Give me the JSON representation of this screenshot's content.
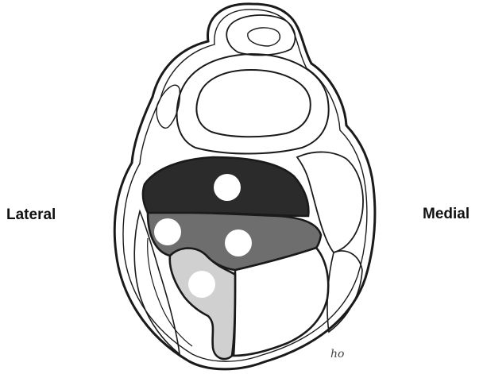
{
  "labels": {
    "lateral": "Lateral",
    "medial": "Medial"
  },
  "artist_signature": "ho",
  "colors": {
    "outline": "#1a1a1a",
    "dark_region": "#2b2b2b",
    "medium_region": "#6e6e6e",
    "light_region": "#d0d0d0",
    "white_region": "#ffffff",
    "marker": "#ffffff"
  },
  "regions": [
    {
      "name": "dark-region",
      "fill": "dark_region",
      "markers": 1
    },
    {
      "name": "medium-region",
      "fill": "medium_region",
      "markers": 2
    },
    {
      "name": "light-region",
      "fill": "light_region",
      "markers": 1
    },
    {
      "name": "white-region",
      "fill": "white_region",
      "markers": 0
    }
  ]
}
